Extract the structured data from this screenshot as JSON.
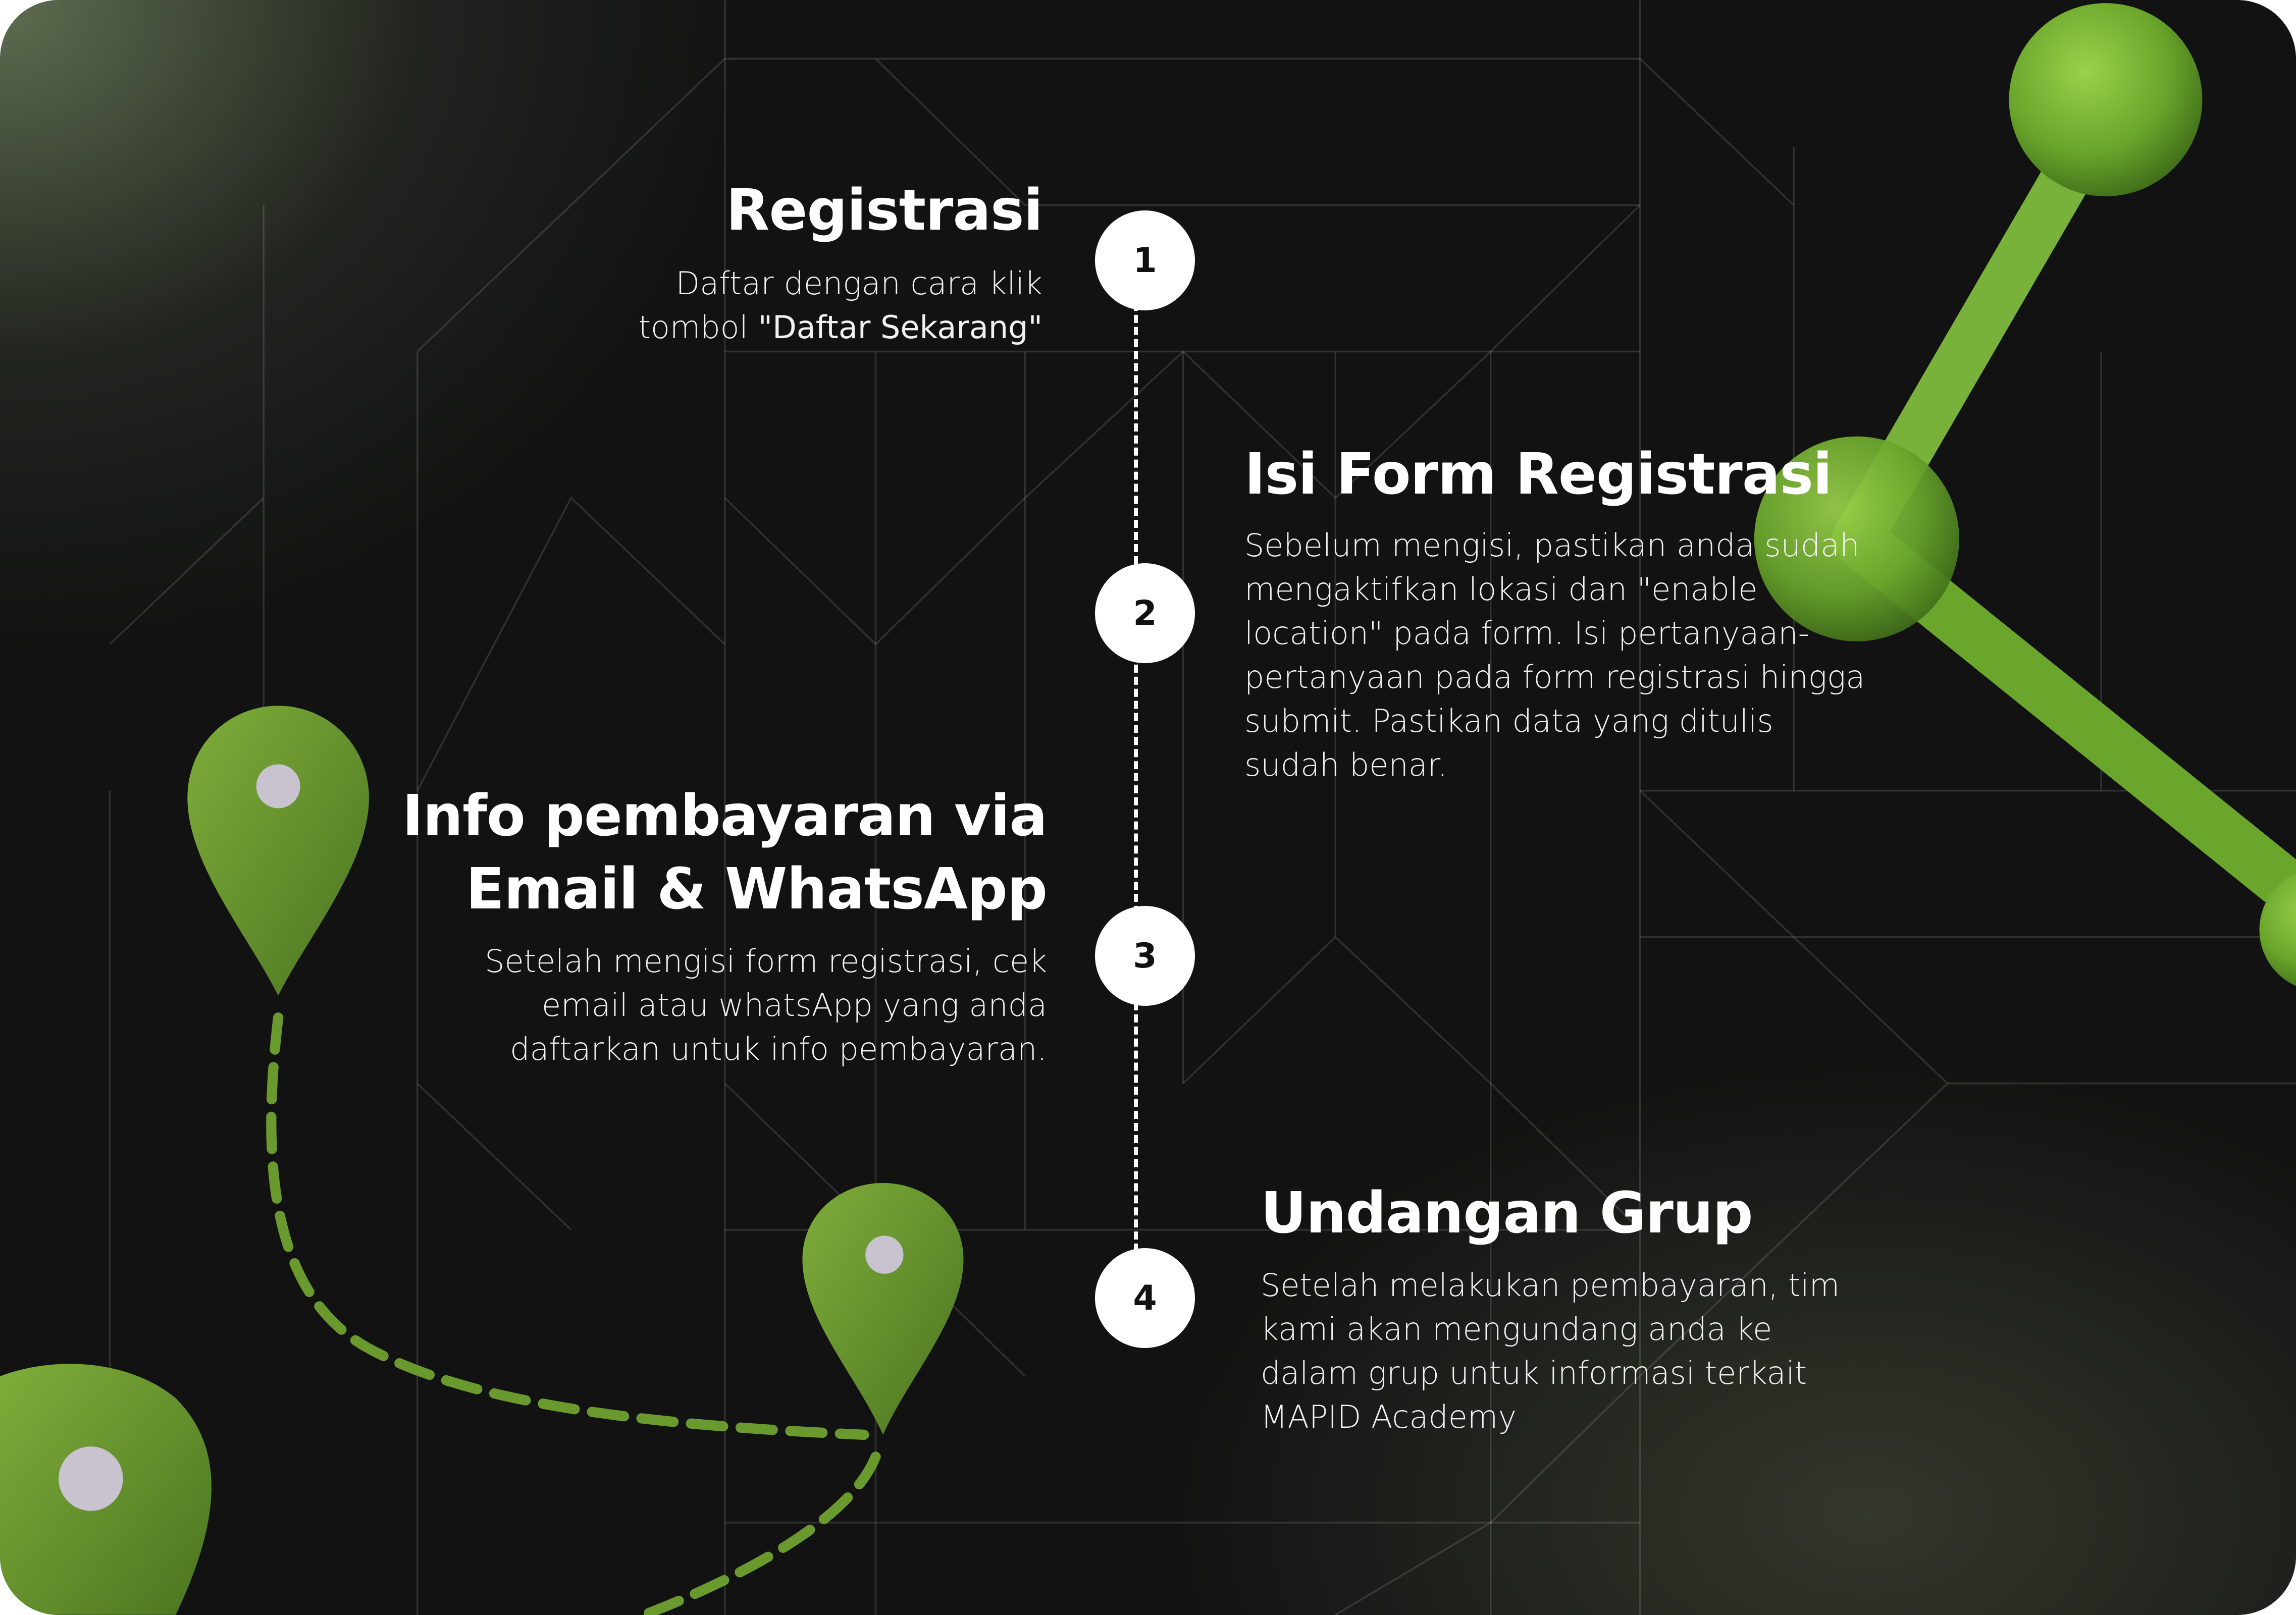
{
  "steps": [
    {
      "number": "1",
      "title": "Registrasi",
      "desc_lines": [
        "Daftar dengan cara klik"
      ],
      "desc_prefix": "tombol ",
      "desc_bold": "\"Daftar Sekarang\""
    },
    {
      "number": "2",
      "title": "Isi Form Registrasi",
      "desc_lines": [
        "Sebelum mengisi, pastikan anda sudah",
        "mengaktifkan lokasi dan \"enable",
        "location\" pada form. Isi pertanyaan-",
        "pertanyaan pada form registrasi hingga",
        "submit. Pastikan data yang ditulis",
        "sudah benar."
      ]
    },
    {
      "number": "3",
      "title_lines": [
        "Info pembayaran via",
        "Email & WhatsApp"
      ],
      "desc_lines": [
        "Setelah mengisi form registrasi, cek",
        "email atau whatsApp yang anda",
        "daftarkan untuk info pembayaran."
      ]
    },
    {
      "number": "4",
      "title": "Undangan Grup",
      "desc_lines": [
        "Setelah melakukan pembayaran, tim",
        "kami akan mengundang anda ke",
        "dalam grup untuk informasi terkait",
        "MAPID Academy"
      ]
    }
  ],
  "colors": {
    "background": "#121212",
    "accent_green": "#6a9a2e",
    "circle": "#ffffff"
  },
  "icons": [
    "map-pin-icon",
    "molecule-decoration"
  ]
}
